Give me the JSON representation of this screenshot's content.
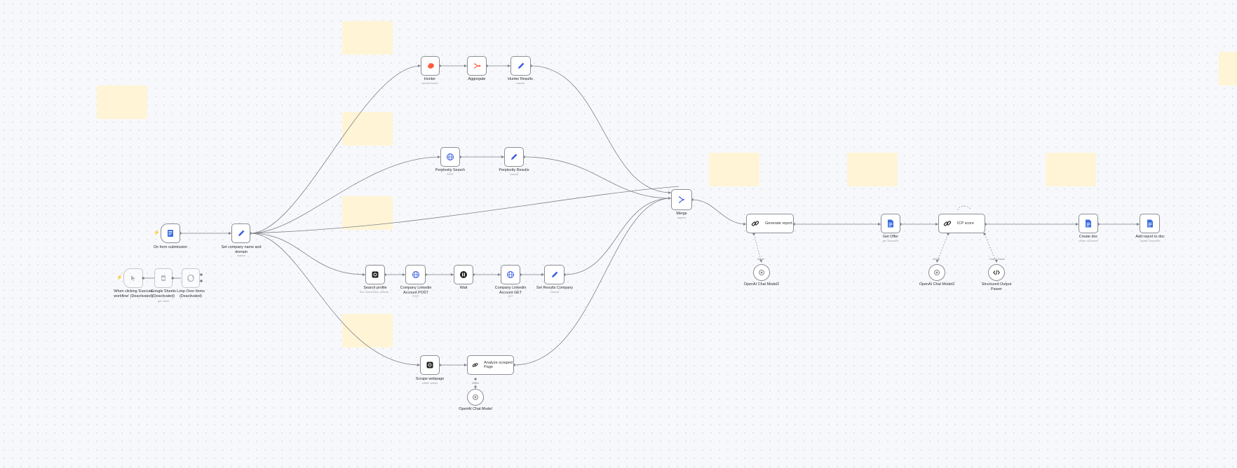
{
  "canvas": {
    "background": "#f7f8fb",
    "edge_color": "#7e8189"
  },
  "nodes": {
    "form": {
      "label": "On form submission",
      "icon": "form-icon"
    },
    "manual": {
      "label": "When clicking 'Execute workflow' (Deactivated)",
      "icon": "cursor-icon"
    },
    "sheets": {
      "label": "Google Sheets (Deactivated)",
      "sub": "get: sheet",
      "icon": "sheet-icon"
    },
    "loop": {
      "label": "Loop Over Items (Deactivated)",
      "icon": "loop-icon"
    },
    "setCompany": {
      "label": "Set company name and domain",
      "sub": "manual",
      "icon": "pencil-icon"
    },
    "hunter": {
      "label": "Hunter",
      "sub": "domainSearch",
      "icon": "hunter-icon"
    },
    "aggregate": {
      "label": "Aggregate",
      "icon": "aggregate-icon"
    },
    "hunterResults": {
      "label": "Hunter Results",
      "sub": "manual",
      "icon": "pencil-icon"
    },
    "perplexity": {
      "label": "Perplexity Search",
      "sub": "POST",
      "icon": "globe-icon"
    },
    "perplexityResults": {
      "label": "Perplexity Results",
      "sub": "manual",
      "icon": "pencil-icon"
    },
    "searchProfile": {
      "label": "Search profile",
      "sub": "Run: searchbase_linkedin...",
      "icon": "scraper-icon"
    },
    "linkedinPost": {
      "label": "Company Linkedin Account POST",
      "sub": "POST",
      "icon": "globe-icon"
    },
    "wait": {
      "label": "Wait",
      "icon": "pause-icon"
    },
    "linkedinGet": {
      "label": "Company Linkedin Account GET",
      "sub": "GET",
      "icon": "globe-icon"
    },
    "setResults": {
      "label": "Set Results Company",
      "sub": "manual",
      "icon": "pencil-icon"
    },
    "scrape": {
      "label": "Scrape webpage",
      "sub": "create: scrape",
      "icon": "scraper-icon"
    },
    "analyze": {
      "label": "Analyze scraped Page",
      "icon": "chain-icon"
    },
    "chatModel": {
      "label": "OpenAI Chat Model",
      "icon": "openai-icon"
    },
    "merge": {
      "label": "Merge",
      "sub": "append",
      "icon": "merge-icon"
    },
    "generate": {
      "label": "Generate report",
      "icon": "chain-icon"
    },
    "chatModel2": {
      "label": "OpenAI Chat Model2",
      "icon": "openai-icon"
    },
    "getOffer": {
      "label": "Get Offer",
      "sub": "get: document",
      "icon": "doc-icon"
    },
    "icp": {
      "label": "ICP score",
      "icon": "chain-icon"
    },
    "chatModel3": {
      "label": "OpenAI Chat Model3",
      "icon": "openai-icon"
    },
    "parser": {
      "label": "Structured Output Parser",
      "icon": "code-icon"
    },
    "createDoc": {
      "label": "Create doc",
      "sub": "create: document",
      "icon": "doc-icon"
    },
    "addReport": {
      "label": "Add report to doc",
      "sub": "update: document",
      "icon": "doc-icon"
    }
  },
  "connection_labels": {
    "model": "Model",
    "model2": "Model",
    "model3": "Model",
    "output_parser": "Output Parser"
  },
  "colors": {
    "pencil": "#3c5de0",
    "hunter": "#ff5a3c",
    "globe": "#3c5de0",
    "doc": "#3c6de0",
    "form": "#3c6de0"
  }
}
